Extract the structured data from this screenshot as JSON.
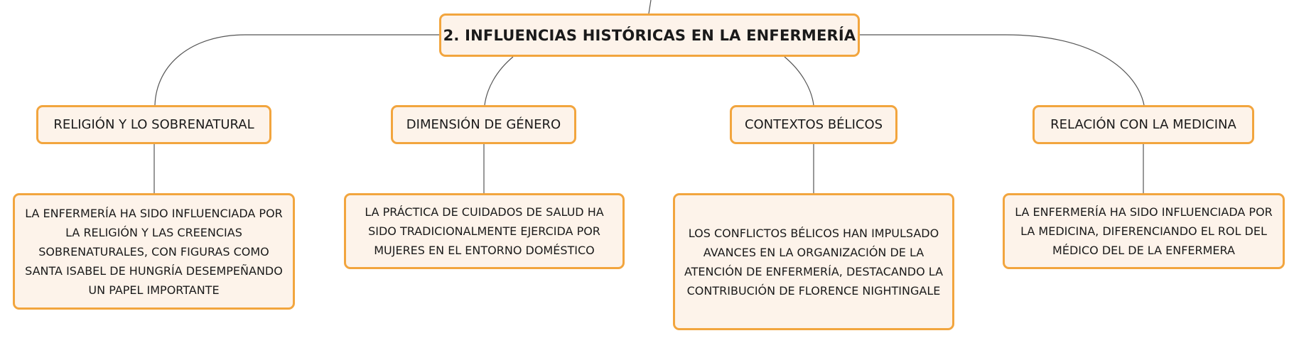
{
  "root": {
    "title": "2. INFLUENCIAS HISTÓRICAS EN LA ENFERMERÍA"
  },
  "branches": [
    {
      "topic": "RELIGIÓN Y LO SOBRENATURAL",
      "description": "LA ENFERMERÍA HA SIDO INFLUENCIADA POR LA RELIGIÓN Y LAS CREENCIAS SOBRENATURALES, CON FIGURAS COMO SANTA ISABEL DE HUNGRÍA DESEMPEÑANDO UN PAPEL IMPORTANTE"
    },
    {
      "topic": "DIMENSIÓN DE GÉNERO",
      "description": "LA PRÁCTICA DE CUIDADOS DE SALUD HA SIDO TRADICIONALMENTE EJERCIDA POR MUJERES EN EL ENTORNO DOMÉSTICO"
    },
    {
      "topic": "CONTEXTOS BÉLICOS",
      "description": "LOS CONFLICTOS BÉLICOS HAN IMPULSADO AVANCES EN LA ORGANIZACIÓN DE LA ATENCIÓN DE ENFERMERÍA, DESTACANDO LA CONTRIBUCIÓN DE FLORENCE NIGHTINGALE"
    },
    {
      "topic": "RELACIÓN CON LA MEDICINA",
      "description": "LA ENFERMERÍA HA SIDO INFLUENCIADA POR LA MEDICINA, DIFERENCIANDO EL ROL DEL MÉDICO DEL DE LA ENFERMERA"
    }
  ],
  "colors": {
    "node_border": "#f2a53e",
    "node_fill": "#fdf3ea",
    "connector": "#555555"
  }
}
